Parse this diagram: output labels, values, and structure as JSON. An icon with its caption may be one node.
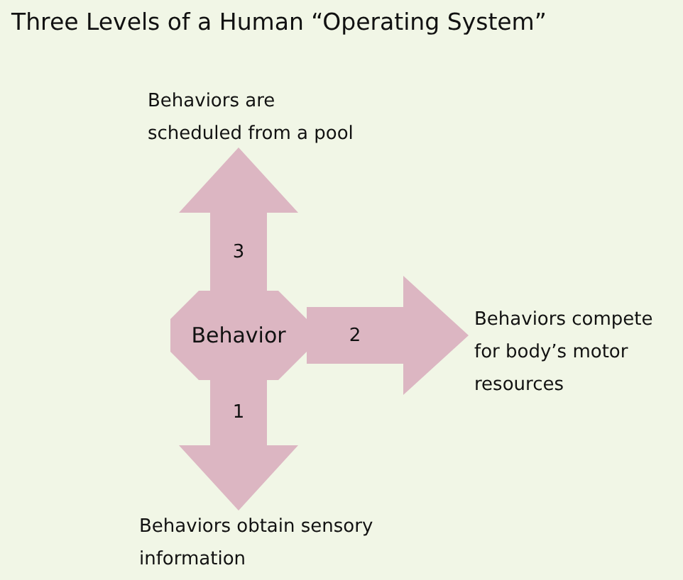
{
  "diagram": {
    "title": "Three Levels of a Human “Operating System”",
    "nodes": [
      {
        "text": [
          "Behavior"
        ]
      },
      {
        "text": [
          "Behaviors are scheduled from a pool"
        ]
      },
      {
        "text": [
          "Behaviors compete for body’s motor resources"
        ]
      },
      {
        "text": [
          "Behaviors obtain sensory information"
        ]
      }
    ],
    "edges": [
      {
        "from": 0,
        "to": 1,
        "arrow": "to",
        "label": "3"
      },
      {
        "from": 0,
        "to": 2,
        "arrow": "to",
        "label": "2"
      },
      {
        "from": 0,
        "to": 3,
        "arrow": "to",
        "label": "1"
      }
    ]
  }
}
